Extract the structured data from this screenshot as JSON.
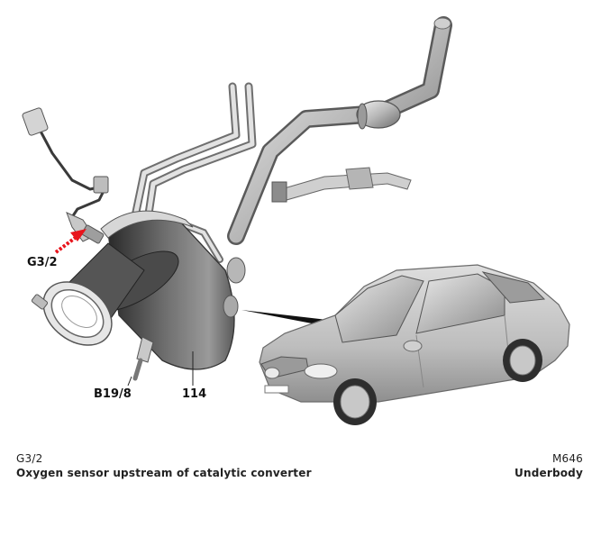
{
  "callouts": {
    "oxygen_sensor": "G3/2",
    "temp_sensor": "B19/8",
    "part_number": "114"
  },
  "caption": {
    "code": "G3/2",
    "description": "Oxygen sensor upstream of catalytic converter",
    "engine": "M646",
    "location": "Underbody"
  },
  "colors": {
    "arrow": "#e8141c",
    "metal_light": "#d9d9d9",
    "metal_dark": "#3c3c3c",
    "car_body": "#c4c4c4"
  }
}
